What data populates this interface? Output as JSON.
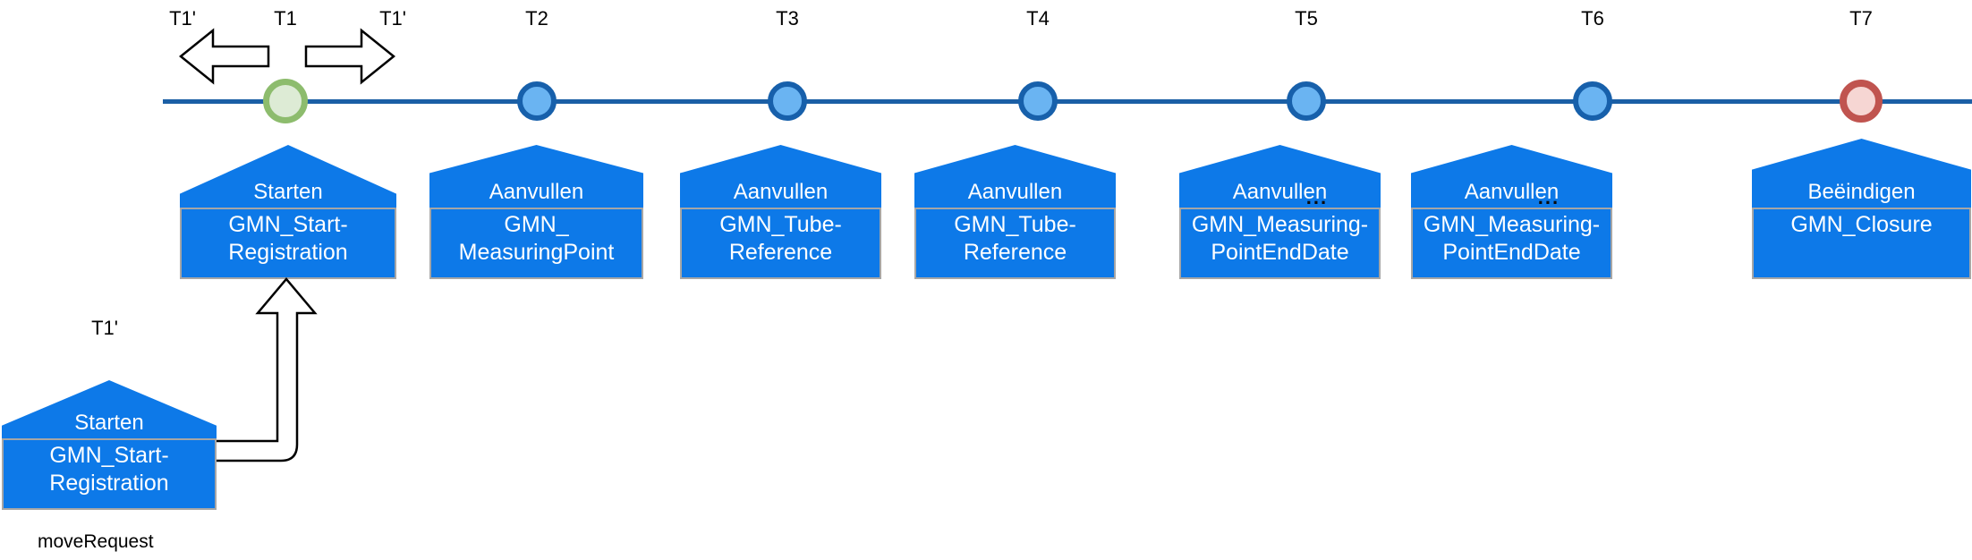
{
  "markers": [
    {
      "tick": "T1",
      "node_type": "start",
      "action": "Starten",
      "object_line1": "GMN_Start-",
      "object_line2": "Registration"
    },
    {
      "tick": "T2",
      "node_type": "middle",
      "action": "Aanvullen",
      "object_line1": "GMN_",
      "object_line2": "MeasuringPoint"
    },
    {
      "tick": "T3",
      "node_type": "middle",
      "action": "Aanvullen",
      "object_line1": "GMN_Tube-",
      "object_line2": "Reference"
    },
    {
      "tick": "T4",
      "node_type": "middle",
      "action": "Aanvullen",
      "object_line1": "GMN_Tube-",
      "object_line2": "Reference"
    },
    {
      "tick": "T5",
      "node_type": "middle",
      "action": "Aanvullen",
      "dots": "...",
      "object_line1": "GMN_Measuring-",
      "object_line2": "PointEndDate"
    },
    {
      "tick": "T6",
      "node_type": "middle",
      "action": "Aanvullen",
      "dots": "...",
      "object_line1": "GMN_Measuring-",
      "object_line2": "PointEndDate"
    },
    {
      "tick": "T7",
      "node_type": "end",
      "action": "Beëindigen",
      "object_line1": "GMN_Closure"
    }
  ],
  "move_request": {
    "label_left": "T1'",
    "label_right": "T1'",
    "label_ghost": "T1'",
    "ghost_action": "Starten",
    "ghost_object_line1": "GMN_Start-",
    "ghost_object_line2": "Registration",
    "caption": "moveRequest"
  },
  "colors": {
    "event_fill": "#0d79e8",
    "timeline_line": "#1b5fa5",
    "node_fill": "#6ab4f2",
    "node_stroke": "#1760ab",
    "start_node_fill": "#ddebd5",
    "start_node_stroke": "#8dbc6d",
    "end_node_fill": "#f6d6d3",
    "end_node_stroke": "#c0544f",
    "body_border": "#a6a6a6",
    "arrow_outline": "#000000"
  }
}
